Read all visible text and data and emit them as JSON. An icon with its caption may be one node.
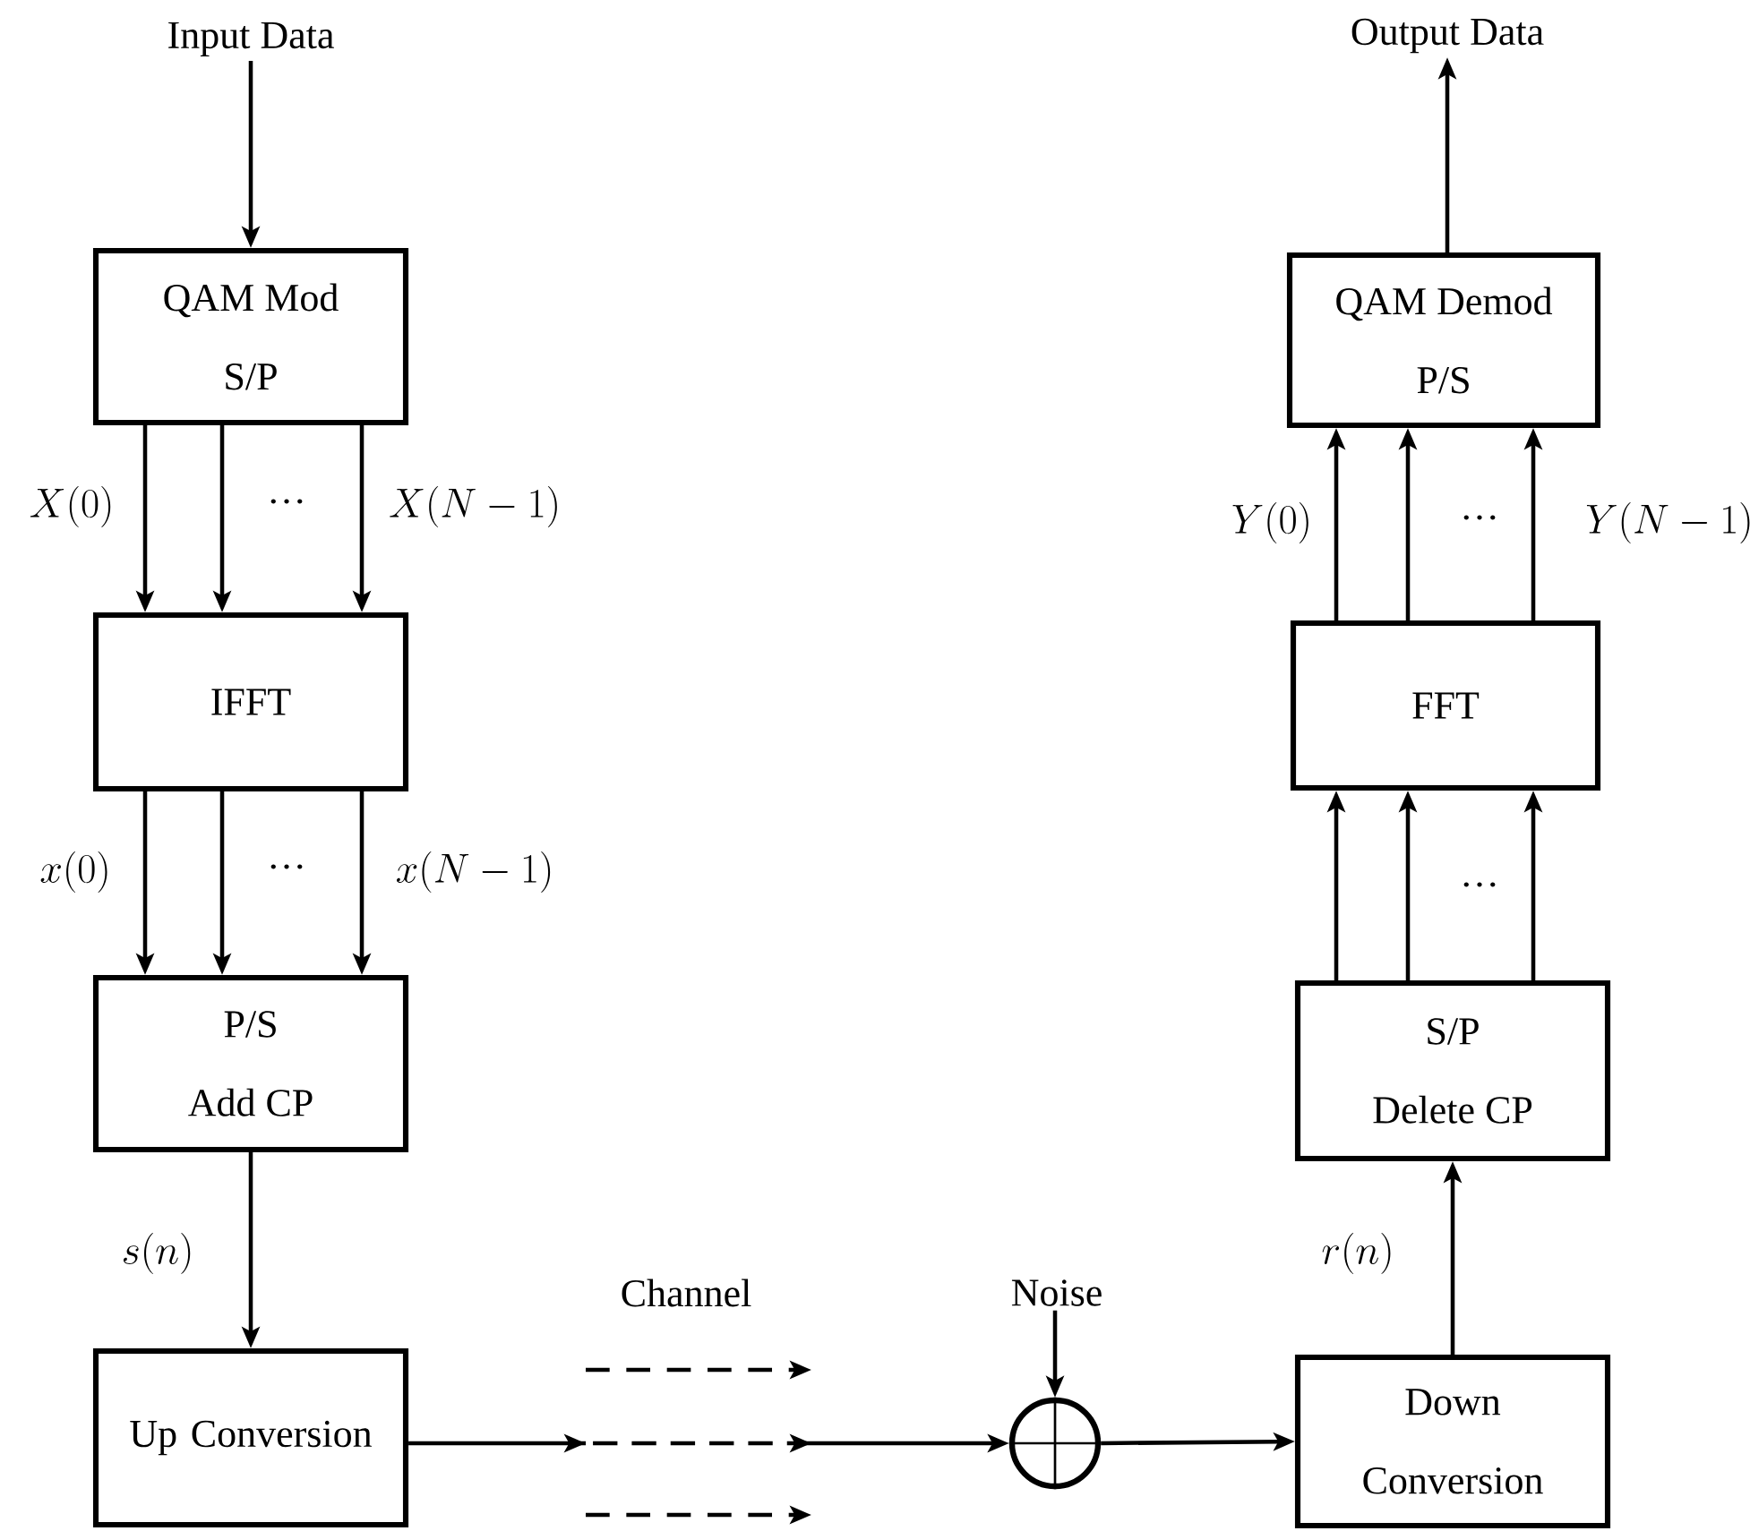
{
  "diagram": {
    "nodes": [
      {
        "text": [
          "Input Data"
        ]
      },
      {
        "text": [
          "QAM Mod",
          "S/P"
        ]
      },
      {
        "text": [
          "IFFT"
        ]
      },
      {
        "text": [
          "P/S",
          "Add CP"
        ]
      },
      {
        "text": [
          "Up Conversion"
        ]
      },
      {
        "text": [],
        "shape": "circle"
      },
      {
        "text": [
          "Noise"
        ]
      },
      {
        "text": [
          "Down Conversion"
        ]
      },
      {
        "text": [
          "S/P",
          "Delete CP"
        ]
      },
      {
        "text": [
          "FFT"
        ]
      },
      {
        "text": [
          "QAM Demod",
          "P/S"
        ]
      },
      {
        "text": [
          "Output Data"
        ]
      }
    ],
    "edges": [
      {
        "from": 0,
        "to": 1,
        "arrow": "to"
      },
      {
        "from": 1,
        "to": 2,
        "arrow": "to",
        "label": "X(0)"
      },
      {
        "from": 1,
        "to": 2,
        "arrow": "to"
      },
      {
        "from": 1,
        "to": 2,
        "arrow": "to",
        "label": "X(N-1)"
      },
      {
        "from": 2,
        "to": 3,
        "arrow": "to",
        "label": "x(0)"
      },
      {
        "from": 2,
        "to": 3,
        "arrow": "to"
      },
      {
        "from": 2,
        "to": 3,
        "arrow": "to",
        "label": "x(N-1)"
      },
      {
        "from": 3,
        "to": 4,
        "arrow": "to",
        "label": "s(n)"
      },
      {
        "from": 4,
        "to": 5,
        "arrow": "to",
        "label": "Channel",
        "style": "dashed"
      },
      {
        "from": 6,
        "to": 5,
        "arrow": "to"
      },
      {
        "from": 5,
        "to": 7,
        "arrow": "to"
      },
      {
        "from": 7,
        "to": 8,
        "arrow": "to",
        "label": "r(n)"
      },
      {
        "from": 8,
        "to": 9,
        "arrow": "to"
      },
      {
        "from": 8,
        "to": 9,
        "arrow": "to"
      },
      {
        "from": 8,
        "to": 9,
        "arrow": "to"
      },
      {
        "from": 9,
        "to": 10,
        "arrow": "to",
        "label": "Y(0)"
      },
      {
        "from": 9,
        "to": 10,
        "arrow": "to"
      },
      {
        "from": 9,
        "to": 10,
        "arrow": "to",
        "label": "Y(N-1)"
      },
      {
        "from": 10,
        "to": 11,
        "arrow": "to"
      }
    ],
    "labels": [
      "…",
      "…",
      "…",
      "…"
    ]
  }
}
